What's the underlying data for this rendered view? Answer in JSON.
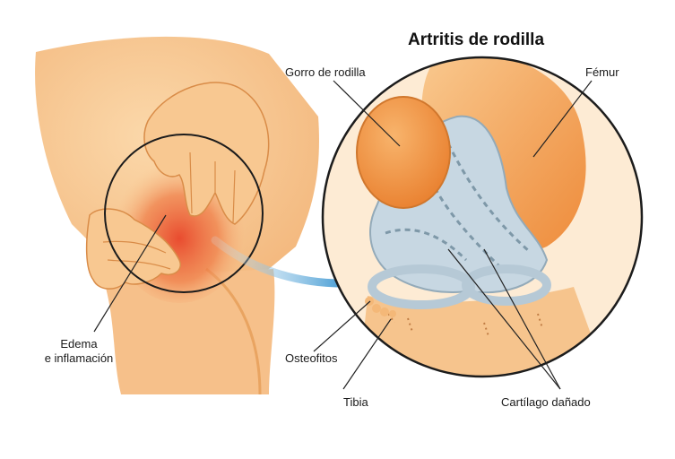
{
  "title": "Artritis de rodilla",
  "labels": {
    "kneecap": "Gorro de rodilla",
    "femur": "Fémur",
    "edema": [
      "Edema",
      "e inflamación"
    ],
    "osteophytes": "Osteofitos",
    "tibia": "Tibia",
    "cartilage": "Cartílago dañado"
  },
  "colors": {
    "skin": "#f9cc96",
    "skin_shadow": "#efa866",
    "inflammation": "#e8452a",
    "bone": "#f39a45",
    "bone_light": "#f7c184",
    "cartilage": "#c7d7e2",
    "cartilage_dark": "#7e98a8",
    "arrow": "#2e8fce",
    "leader_line": "#222222"
  }
}
